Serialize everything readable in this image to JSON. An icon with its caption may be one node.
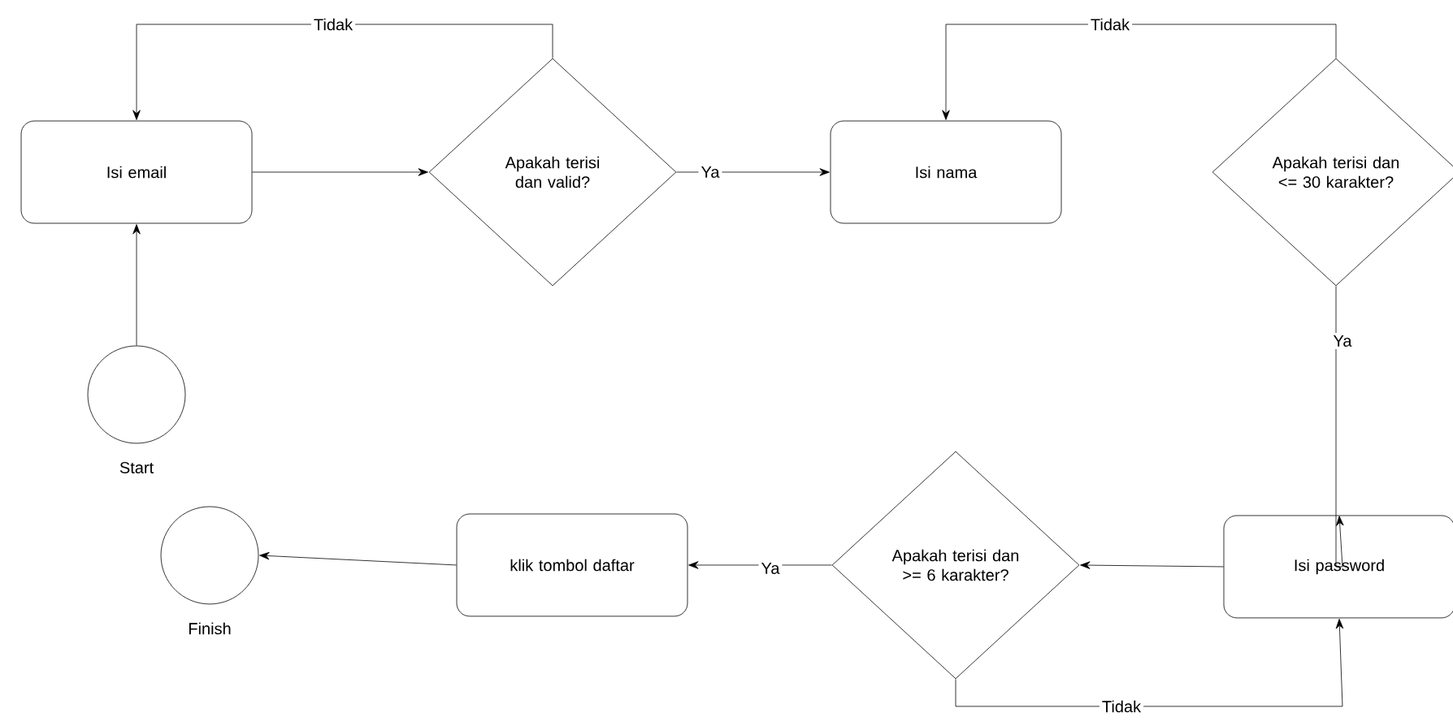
{
  "diagram": {
    "nodes": [
      {
        "text": [
          "Isi email"
        ]
      },
      {
        "text": [
          "Apakah terisi dan valid?"
        ]
      },
      {
        "text": [
          "Isi nama"
        ]
      },
      {
        "text": [
          "Apakah terisi dan <= 30 karakter?"
        ]
      },
      {
        "text": [],
        "shape": "circle",
        "beside": [
          "Start"
        ]
      },
      {
        "text": [
          "Isi password"
        ]
      },
      {
        "text": [
          "Apakah terisi dan >= 6 karakter?"
        ]
      },
      {
        "text": [
          "klik tombol daftar"
        ]
      },
      {
        "text": [],
        "shape": "circle",
        "beside": [
          "Finish"
        ]
      }
    ],
    "edges": [
      {
        "from": 0,
        "to": 1,
        "arrow": "to"
      },
      {
        "from": 1,
        "to": 0,
        "arrow": "to",
        "label": "Tidak"
      },
      {
        "from": 1,
        "to": 2,
        "arrow": "to",
        "label": "Ya"
      },
      {
        "from": 3,
        "to": 2,
        "arrow": "to",
        "label": "Tidak"
      },
      {
        "from": 3,
        "to": 5,
        "arrow": "to",
        "label": "Ya"
      },
      {
        "from": 4,
        "to": 0,
        "arrow": "to"
      },
      {
        "from": 5,
        "to": 6,
        "arrow": "to"
      },
      {
        "from": 6,
        "to": 7,
        "arrow": "to",
        "label": "Ya"
      },
      {
        "from": 6,
        "to": 5,
        "arrow": "to",
        "label": "Tidak"
      },
      {
        "from": 7,
        "to": 8,
        "arrow": "to"
      }
    ]
  }
}
